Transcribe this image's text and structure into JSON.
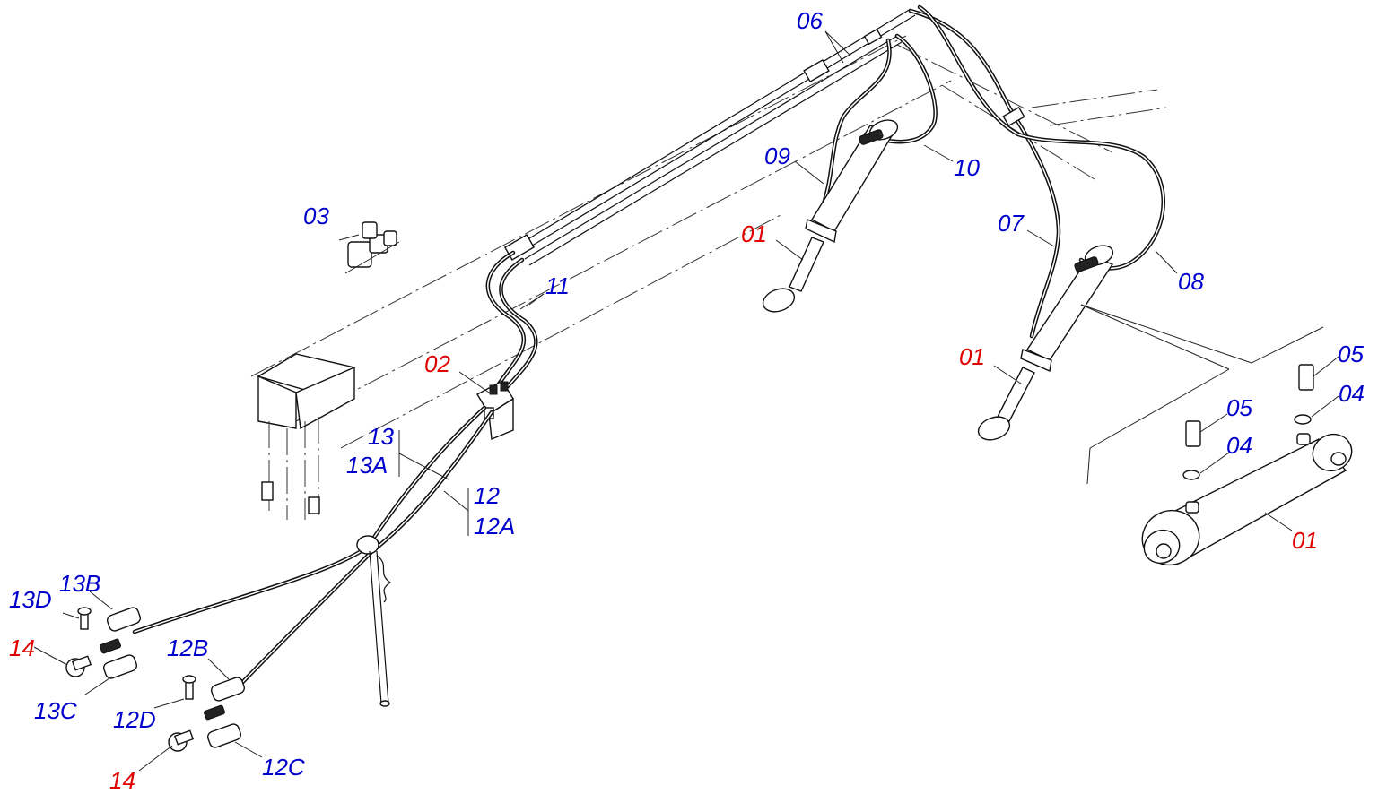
{
  "labels": {
    "l06": "06",
    "l03": "03",
    "l09": "09",
    "l10": "10",
    "l01a": "01",
    "l07": "07",
    "l08": "08",
    "l11": "11",
    "l02": "02",
    "l01b": "01",
    "l05a": "05",
    "l04a": "04",
    "l05b": "05",
    "l04b": "04",
    "l13": "13",
    "l13a": "13A",
    "l12": "12",
    "l12a": "12A",
    "l01c": "01",
    "l13b": "13B",
    "l13d": "13D",
    "l14a": "14",
    "l13c": "13C",
    "l12b": "12B",
    "l12d": "12D",
    "l12c": "12C",
    "l14b": "14"
  },
  "colors": {
    "part_label": "#0000cc",
    "highlight_label": "#e00000"
  }
}
